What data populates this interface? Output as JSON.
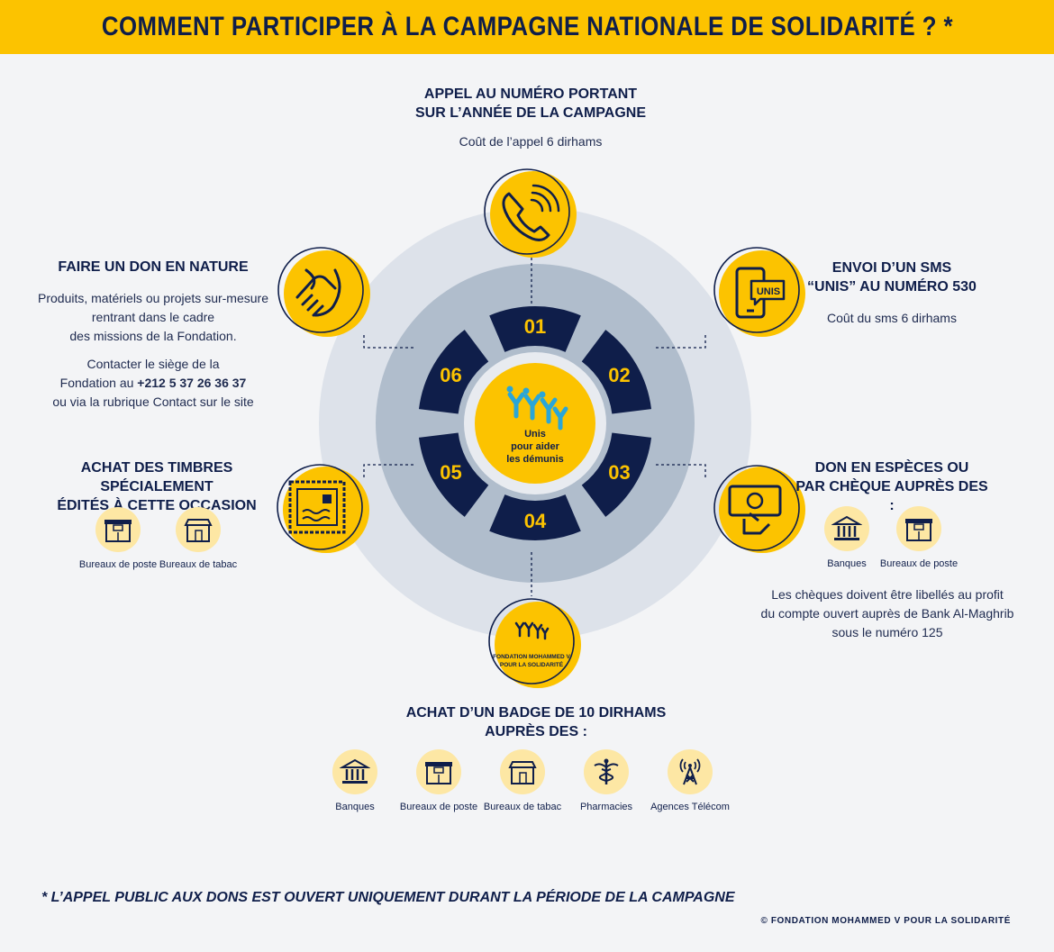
{
  "title": "COMMENT PARTICIPER À LA CAMPAGNE NATIONALE DE SOLIDARITÉ ? *",
  "center": {
    "line1": "Unis",
    "line2": "pour aider",
    "line3": "les démunis"
  },
  "segments": [
    "01",
    "02",
    "03",
    "04",
    "05",
    "06"
  ],
  "call": {
    "heading_l1": "APPEL AU NUMÉRO PORTANT",
    "heading_l2": "SUR L’ANNÉE DE LA CAMPAGNE",
    "note": "Coût de l’appel 6 dirhams"
  },
  "sms": {
    "heading_l1": "ENVOI D’UN SMS",
    "heading_l2": "“UNIS” AU NUMÉRO 530",
    "note": "Coût du sms 6 dirhams",
    "icon_label": "UNIS"
  },
  "cash": {
    "heading_l1": "DON EN ESPÈCES OU",
    "heading_l2": "PAR CHÈQUE AUPRÈS DES :",
    "venues": [
      "Banques",
      "Bureaux de poste"
    ],
    "note_l1": "Les chèques doivent être libellés au profit",
    "note_l2": "du compte ouvert auprès de Bank Al-Maghrib",
    "note_l3": "sous le numéro 125"
  },
  "badge": {
    "heading_l1": "ACHAT D’UN BADGE DE 10 DIRHAMS",
    "heading_l2": "AUPRÈS DES :",
    "badge_l1": "FONDATION MOHAMMED V",
    "badge_l2": "POUR LA SOLIDARITÉ",
    "venues": [
      "Banques",
      "Bureaux de poste",
      "Bureaux de tabac",
      "Pharmacies",
      "Agences Télécom"
    ]
  },
  "stamps": {
    "heading_l1": "ACHAT DES TIMBRES SPÉCIALEMENT",
    "heading_l2": "ÉDITÉS À CETTE OCCASION",
    "venues": [
      "Bureaux de poste",
      "Bureaux de tabac"
    ]
  },
  "nature": {
    "heading": "FAIRE UN DON EN NATURE",
    "p1_l1": "Produits, matériels ou projets sur-mesure",
    "p1_l2": "rentrant dans le cadre",
    "p1_l3": "des missions de la Fondation.",
    "p2_l1": "Contacter le siège de la",
    "p2_l2_a": "Fondation au ",
    "p2_l2_b": "+212 5 37 26 36 37",
    "p2_l3": "ou via la rubrique Contact sur le site"
  },
  "footnote": "* L’APPEL PUBLIC AUX DONS EST OUVERT UNIQUEMENT DURANT LA PÉRIODE DE LA CAMPAGNE",
  "copyright": "© FONDATION MOHAMMED V POUR LA SOLIDARITÉ",
  "colors": {
    "navy": "#0f1e4a",
    "yellow": "#fcc300",
    "light_yellow": "#fde7a4"
  }
}
